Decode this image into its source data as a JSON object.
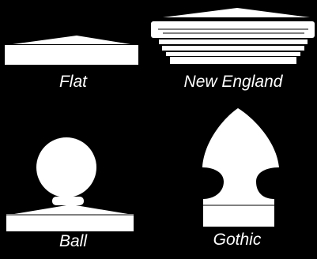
{
  "labels": {
    "flat": "Flat",
    "new_england": "New England",
    "ball": "Ball",
    "gothic": "Gothic"
  },
  "colors": {
    "background": "#000000",
    "shape": "#ffffff",
    "outline": "#000000"
  }
}
